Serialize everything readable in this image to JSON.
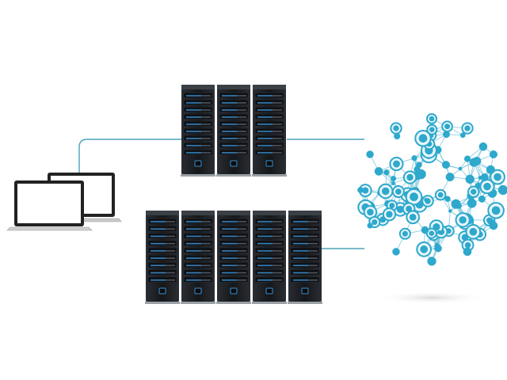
{
  "diagram": {
    "kind": "network-architecture",
    "components": [
      {
        "role": "client-laptops",
        "count": 2
      },
      {
        "role": "server-rack-group-upper",
        "count": 3
      },
      {
        "role": "server-rack-group-lower",
        "count": 5
      },
      {
        "role": "network-mesh-cloud"
      }
    ],
    "links": [
      {
        "from": "client-laptops",
        "to": "server-rack-group-upper"
      },
      {
        "from": "server-rack-group-upper",
        "to": "network-mesh-cloud"
      },
      {
        "from": "server-rack-group-lower",
        "to": "network-mesh-cloud"
      }
    ],
    "colors": {
      "connector": "#4aa3b8",
      "rack_body": "#1b1d21",
      "rack_accent": "#3a8fd0",
      "mesh_node": "#2ea8cc",
      "mesh_edge": "#7cc7dc",
      "laptop_frame": "#222222"
    },
    "icons": [
      "laptop-icon",
      "server-rack-icon",
      "network-mesh-icon"
    ]
  }
}
